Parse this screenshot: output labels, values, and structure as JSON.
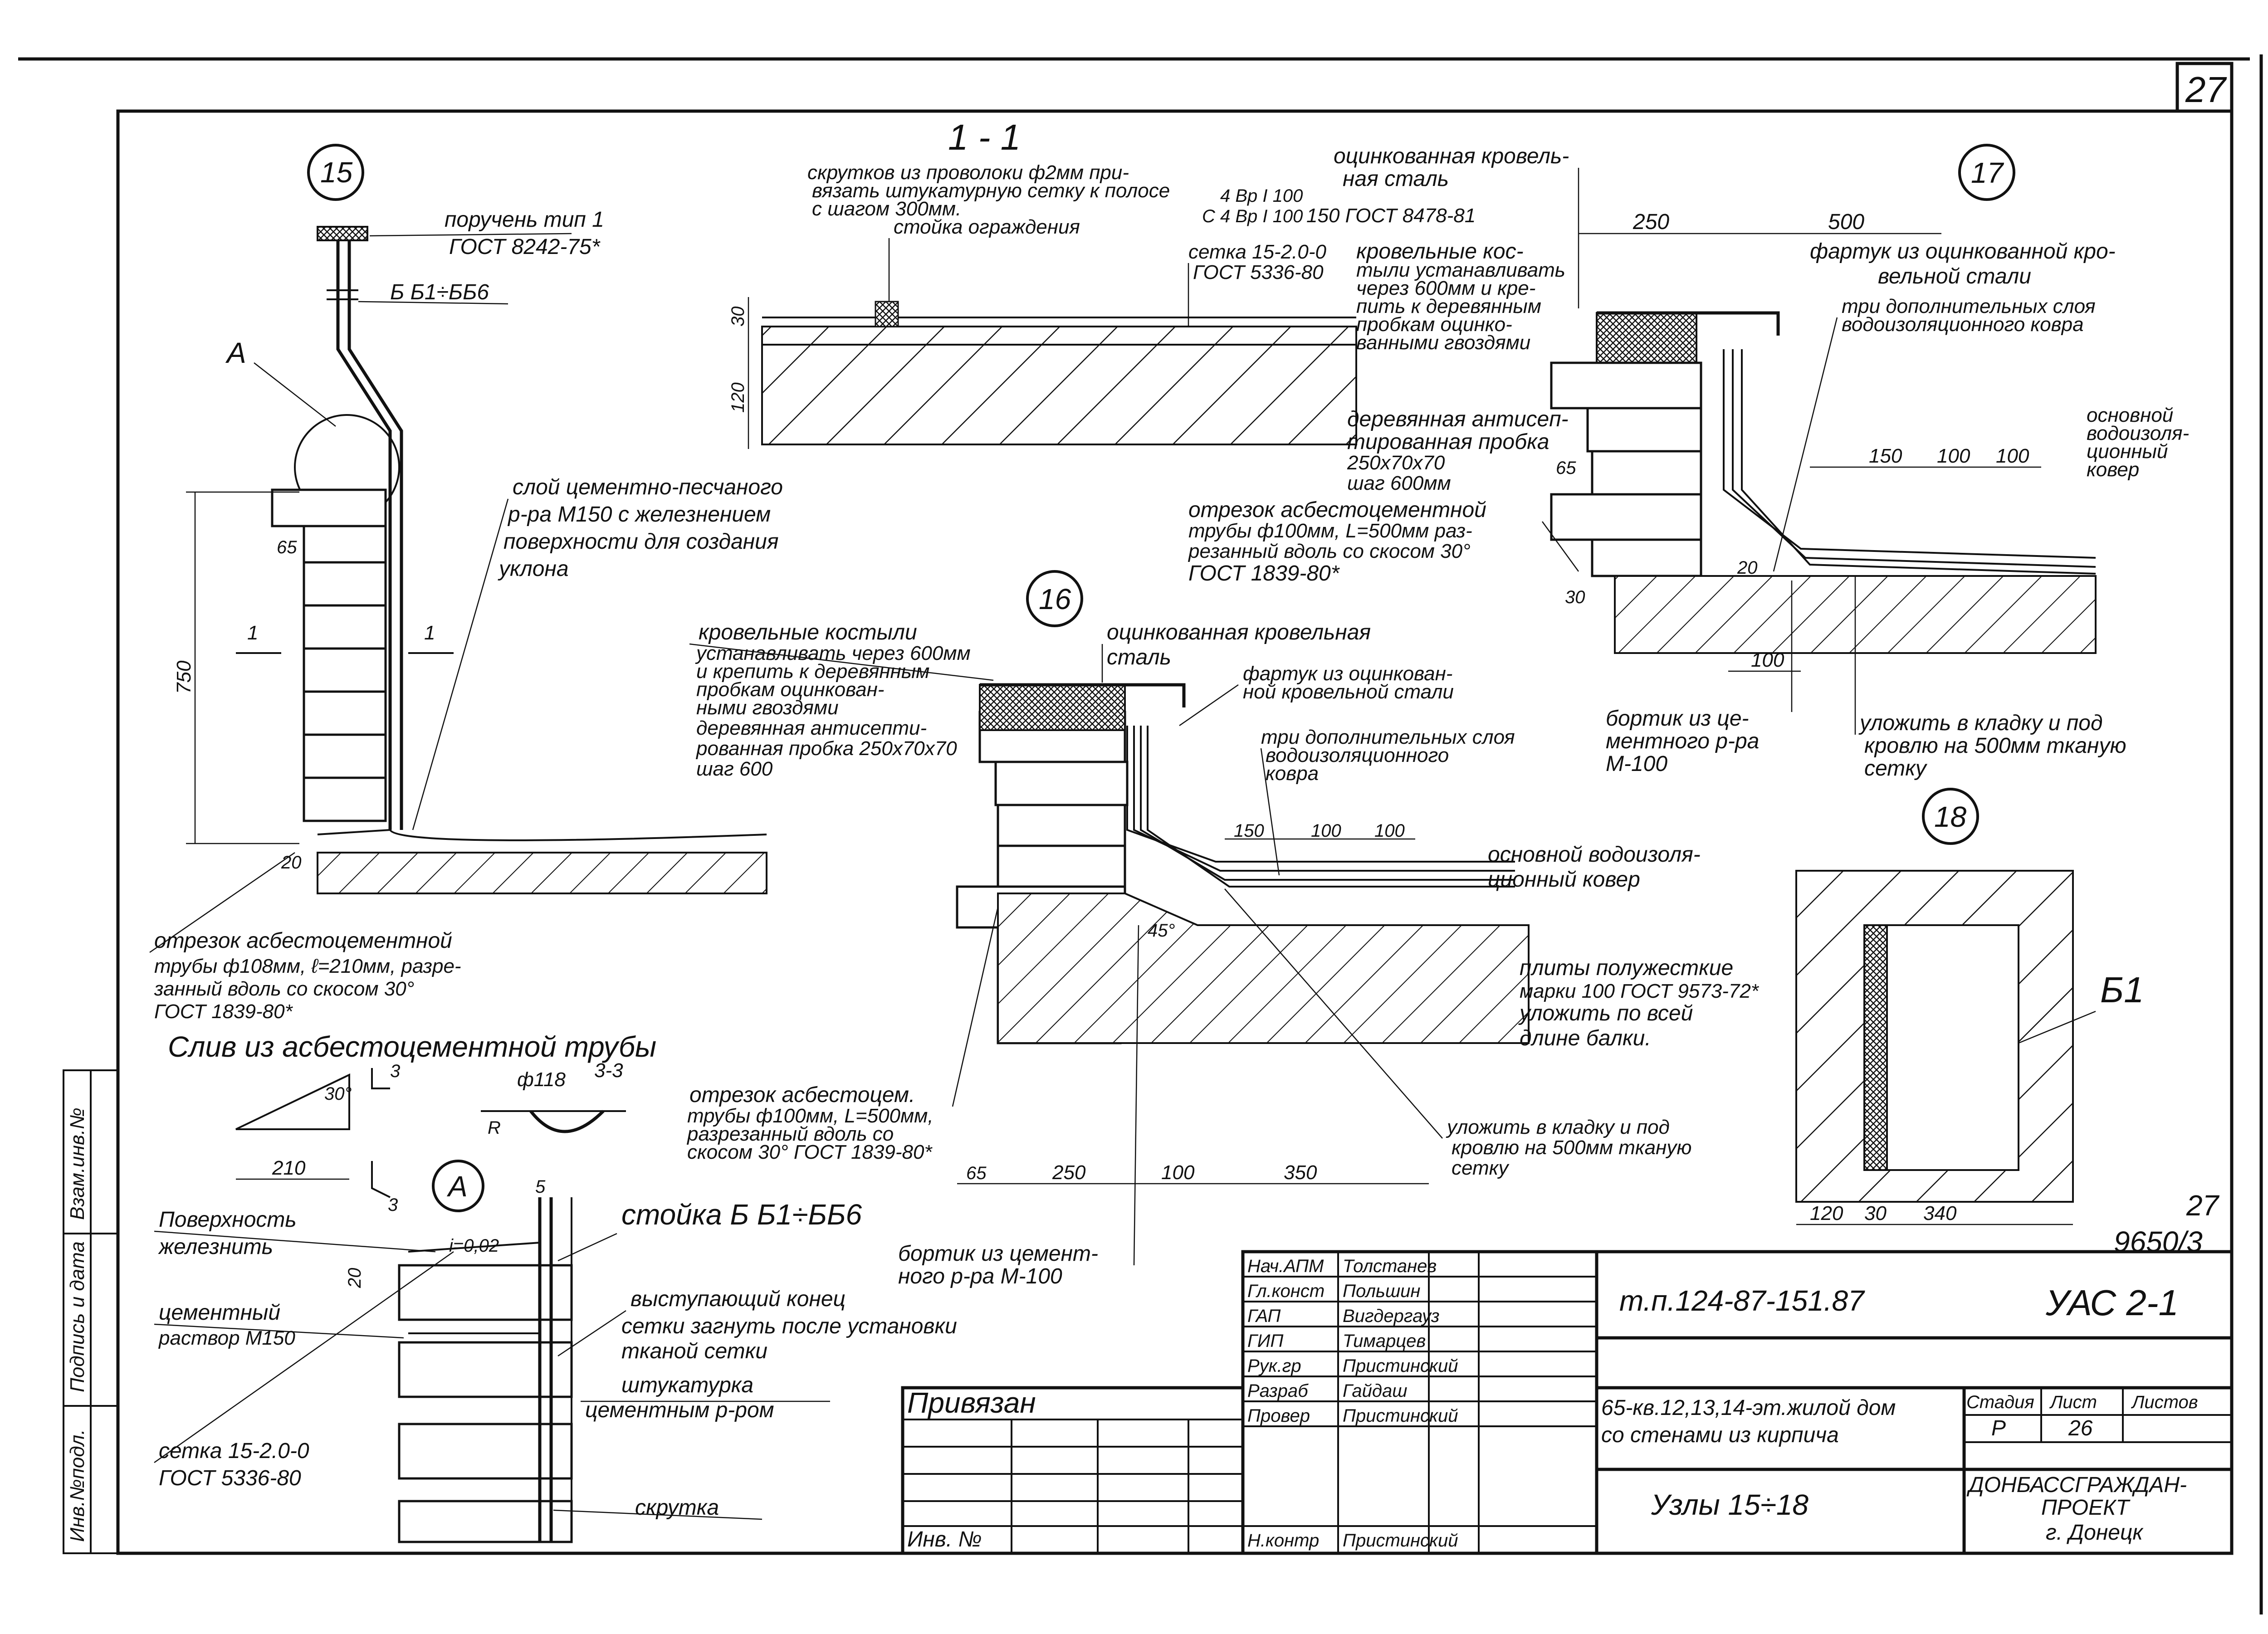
{
  "sheet": {
    "number": "27"
  },
  "section": {
    "title": "1 - 1"
  },
  "node15": {
    "id": "15",
    "label_handrail_1": "поручень тип 1",
    "label_handrail_2": "ГОСТ 8242-75*",
    "label_post": "Б Б1÷ББ6",
    "label_a": "А",
    "label_layer_1": "слой цементно-песчаного",
    "label_layer_2": "р-ра М150 с железнением",
    "label_layer_3": "поверхности для создания",
    "label_layer_4": "уклона",
    "dim_65": "65",
    "dim_750": "750",
    "dim_20": "20",
    "section_mark": "1",
    "pipe_1": "отрезок асбестоцементной",
    "pipe_2": "трубы ф108мм, ℓ=210мм, разре-",
    "pipe_3": "занный вдоль со скосом 30°",
    "pipe_4": "ГОСТ 1839-80*"
  },
  "drain": {
    "title": "Слив из асбестоцементной трубы",
    "angle": "30°",
    "dim_210": "210",
    "dia": "ф118",
    "section_33": "3-3",
    "r": "R",
    "mark_3": "3"
  },
  "node_a": {
    "id": "А",
    "surface_1": "Поверхность",
    "surface_2": "железнить",
    "slope": "i=0,02",
    "dim_20": "20",
    "mortar_1": "цементный",
    "mortar_2": "раствор М150",
    "mesh_1": "сетка 15-2.0-0",
    "mesh_2": "ГОСТ 5336-80",
    "post": "стойка Б Б1÷ББ6",
    "edge_1": "выступающий конец",
    "edge_2": "сетки загнуть после установки",
    "edge_3": "тканой сетки",
    "plaster_1": "штукатурка",
    "plaster_2": "цементным р-ром",
    "twist": "скрутка",
    "dim_5": "5"
  },
  "sec11": {
    "twist_1": "скрутков из проволоки ф2мм при-",
    "twist_2": "вязать штукатурную сетку к полосе",
    "twist_3": "с шагом 300мм.",
    "fence": "стойка ограждения",
    "spec_1": "4 Вр I 100",
    "spec_2": "4 Вр I 100",
    "spec_c": "С",
    "gost1": "150 ГОСТ 8478-81",
    "mesh_1": "сетка 15-2.0-0",
    "mesh_2": "ГОСТ 5336-80",
    "dim_30": "30",
    "dim_120": "120"
  },
  "node16": {
    "id": "16",
    "costyl_1": "кровельные костыли",
    "costyl_2": "устанавливать через 600мм",
    "costyl_3": "и крепить к деревянным",
    "costyl_4": "пробкам оцинкован-",
    "costyl_5": "ными гвоздями",
    "plug_1": "деревянная антисепти-",
    "plug_2": "рованная пробка 250х70х70",
    "plug_3": "шаг 600",
    "steel_1": "оцинкованная кровельная",
    "steel_2": "сталь",
    "apron_1": "фартук из оцинкован-",
    "apron_2": "ной кровельной стали",
    "layers_1": "три дополнительных слоя",
    "layers_2": "водоизоляционного",
    "layers_3": "ковра",
    "dim_150": "150",
    "dim_100a": "100",
    "dim_100b": "100",
    "carpet_1": "основной водоизоля-",
    "carpet_2": "ционный ковер",
    "angle": "45°",
    "plates_1": "плиты полужесткие",
    "plates_2": "марки 100 ГОСТ 9573-72*",
    "plates_3": "уложить по всей",
    "plates_4": "длине балки.",
    "pipe_1": "отрезок асбестоцем.",
    "pipe_2": "трубы ф100мм, L=500мм,",
    "pipe_3": "разрезанный вдоль со",
    "pipe_4": "скосом 30° ГОСТ 1839-80*",
    "mesh_1": "уложить в кладку и под",
    "mesh_2": "кровлю на 500мм тканую",
    "mesh_3": "сетку",
    "dim_65": "65",
    "dim_250": "250",
    "dim_100": "100",
    "dim_350": "350",
    "curb_1": "бортик из цемент-",
    "curb_2": "ного р-ра М-100"
  },
  "node17": {
    "id": "17",
    "steel_1": "оцинкованная кровель-",
    "steel_2": "ная сталь",
    "dim_250": "250",
    "dim_500": "500",
    "apron_1": "фартук из оцинкованной кро-",
    "apron_2": "вельной стали",
    "costyl_1": "кровельные кос-",
    "costyl_2": "тыли устанавливать",
    "costyl_3": "через 600мм и кре-",
    "costyl_4": "пить к деревянным",
    "costyl_5": "пробкам оцинко-",
    "costyl_6": "ванными гвоздями",
    "layers_1": "три дополнительных слоя",
    "layers_2": "водоизоляционного ковра",
    "plug_1": "деревянная антисеп-",
    "plug_2": "тированная пробка",
    "plug_3": "250х70х70",
    "plug_4": "шаг 600мм",
    "dim_65": "65",
    "dim_150": "150",
    "dim_100a": "100",
    "dim_100b": "100",
    "carpet_1": "основной",
    "carpet_2": "водоизоля-",
    "carpet_3": "ционный",
    "carpet_4": "ковер",
    "pipe_1": "отрезок асбестоцементной",
    "pipe_2": "трубы ф100мм, L=500мм раз-",
    "pipe_3": "резанный вдоль со скосом 30°",
    "pipe_4": "ГОСТ 1839-80*",
    "dim_30": "30",
    "dim_20": "20",
    "dim_100": "100",
    "curb_1": "бортик из це-",
    "curb_2": "ментного р-ра",
    "curb_3": "М-100",
    "mesh_1": "уложить в кладку и под",
    "mesh_2": "кровлю на 500мм тканую",
    "mesh_3": "сетку"
  },
  "node18": {
    "id": "18",
    "label": "Б1",
    "dim_120": "120",
    "dim_30": "30",
    "dim_340": "340"
  },
  "stamp": {
    "sheet_ref_1": "27",
    "sheet_ref_2": "9650/3",
    "code": "т.п.124-87-151.87",
    "album": "УАС 2-1",
    "title_1": "65-кв.12,13,14-эт.жилой дом",
    "title_2": "со стенами из кирпича",
    "subtitle": "Узлы 15÷18",
    "stage_h": "Стадия",
    "sheet_h": "Лист",
    "sheets_h": "Листов",
    "stage": "Р",
    "sheet": "26",
    "org_1": "ДОНБАССГРАЖДАН-",
    "org_2": "ПРОЕКТ",
    "org_3": "г. Донецк",
    "privyazan": "Привязан",
    "inv": "Инв. №",
    "roles": [
      "Нач.АПМ",
      "Гл.конст",
      "ГАП",
      "ГИП",
      "Рук.гр",
      "Разраб",
      "Провер",
      "Н.контр"
    ],
    "names": [
      "Толстанев",
      "Польшин",
      "Вигдергауз",
      "Тимарцев",
      "Пристинский",
      "Гайдаш",
      "Пристинский",
      "Пристинский"
    ],
    "side": [
      "Взам.инв.№",
      "Подпись и дата",
      "Инв.№подл."
    ]
  }
}
